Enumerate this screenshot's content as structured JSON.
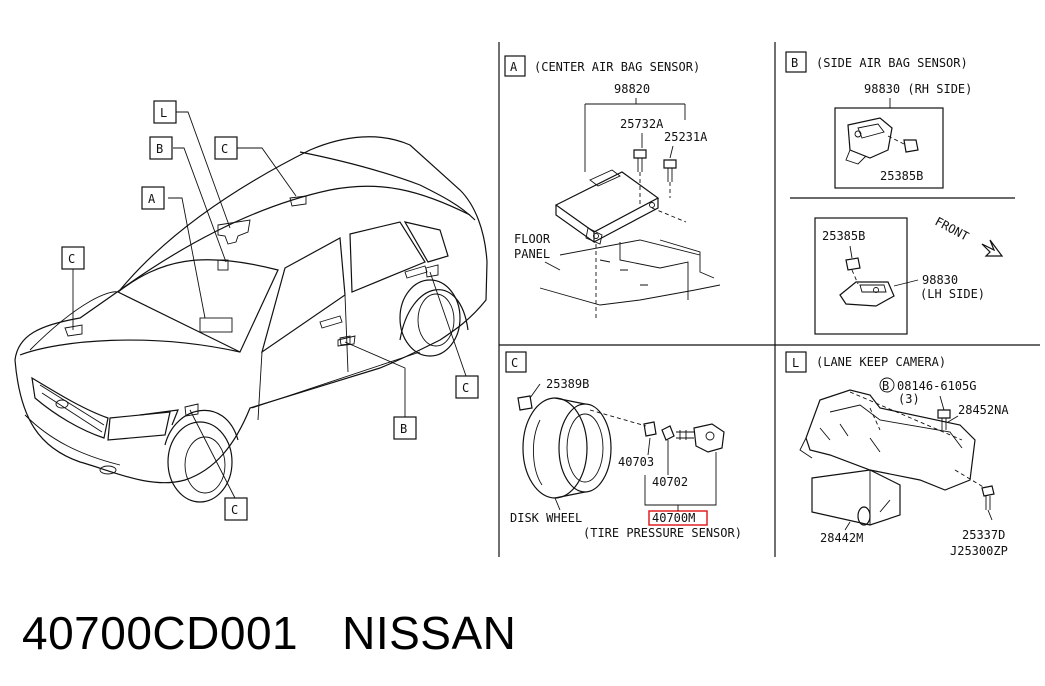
{
  "callouts": {
    "A": "A",
    "B": "B",
    "C": "C",
    "L": "L"
  },
  "panel_A": {
    "title": "(CENTER AIR BAG SENSOR)",
    "parts": [
      "98820",
      "25732A",
      "25231A"
    ],
    "floor_panel_line1": "FLOOR",
    "floor_panel_line2": "PANEL"
  },
  "panel_B": {
    "title": "(SIDE AIR BAG SENSOR)",
    "rh_part": "98830 (RH SIDE)",
    "rh_bolt": "25385B",
    "lh_bolt": "25385B",
    "lh_part": "98830",
    "lh_side": "(LH SIDE)",
    "front": "FRONT"
  },
  "panel_C": {
    "title": "(TIRE PRESSURE SENSOR)",
    "parts": [
      "25389B",
      "40703",
      "40702",
      "40700M"
    ],
    "disk_wheel": "DISK WHEEL"
  },
  "panel_L": {
    "title": "(LANE KEEP CAMERA)",
    "bolt_ref": "B",
    "bolt": "08146-6105G",
    "bolt_qty": "(3)",
    "parts": [
      "28452NA",
      "28442M",
      "25337D"
    ],
    "diagram_code": "J25300ZP"
  },
  "footer": {
    "part_number": "40700CD001",
    "brand": "NISSAN"
  }
}
